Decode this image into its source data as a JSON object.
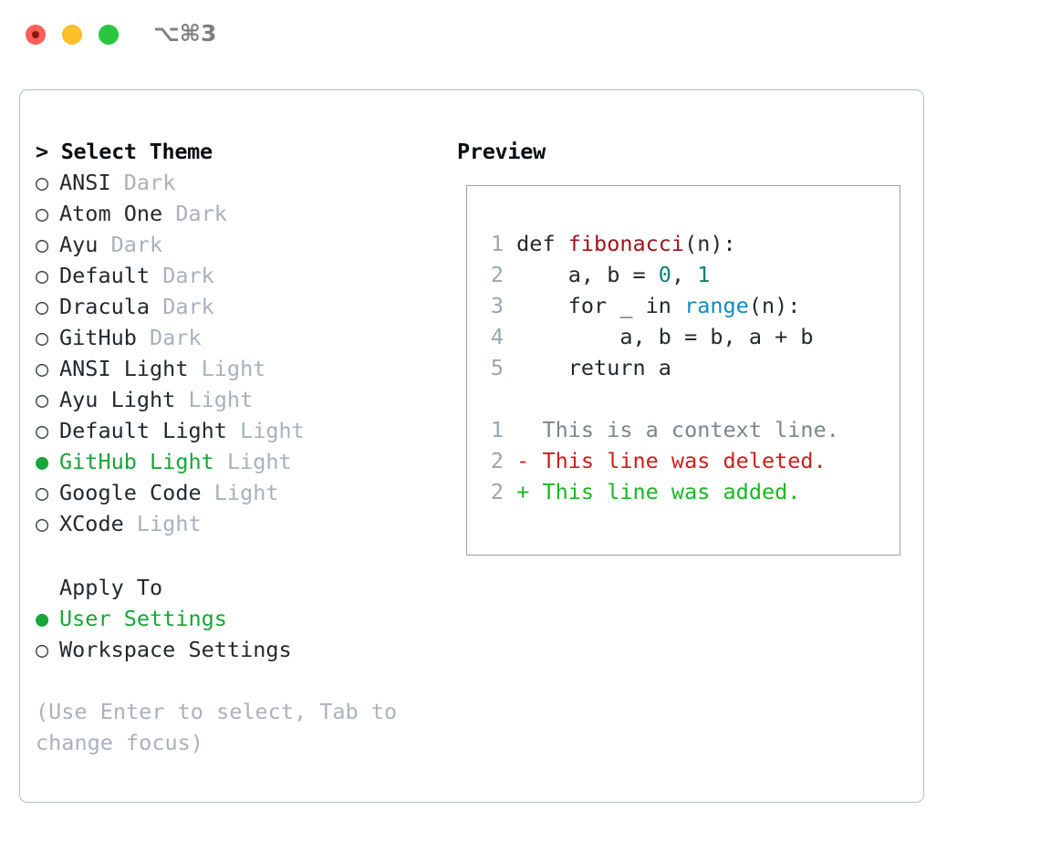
{
  "window": {
    "shortcut": "⌥⌘3",
    "traffic_lights": [
      "close",
      "minimize",
      "maximize"
    ]
  },
  "left": {
    "header": "> Select Theme",
    "themes": [
      {
        "bullet": "○",
        "name": "ANSI",
        "tag": "Dark",
        "selected": false
      },
      {
        "bullet": "○",
        "name": "Atom One",
        "tag": "Dark",
        "selected": false
      },
      {
        "bullet": "○",
        "name": "Ayu",
        "tag": "Dark",
        "selected": false
      },
      {
        "bullet": "○",
        "name": "Default",
        "tag": "Dark",
        "selected": false
      },
      {
        "bullet": "○",
        "name": "Dracula",
        "tag": "Dark",
        "selected": false
      },
      {
        "bullet": "○",
        "name": "GitHub",
        "tag": "Dark",
        "selected": false
      },
      {
        "bullet": "○",
        "name": "ANSI Light",
        "tag": "Light",
        "selected": false
      },
      {
        "bullet": "○",
        "name": "Ayu Light",
        "tag": "Light",
        "selected": false
      },
      {
        "bullet": "○",
        "name": "Default Light",
        "tag": "Light",
        "selected": false
      },
      {
        "bullet": "●",
        "name": "GitHub Light",
        "tag": "Light",
        "selected": true
      },
      {
        "bullet": "○",
        "name": "Google Code",
        "tag": "Light",
        "selected": false
      },
      {
        "bullet": "○",
        "name": "XCode",
        "tag": "Light",
        "selected": false
      }
    ],
    "apply_to_header": "Apply To",
    "apply_to": [
      {
        "bullet": "●",
        "name": "User Settings",
        "selected": true
      },
      {
        "bullet": "○",
        "name": "Workspace Settings",
        "selected": false
      }
    ],
    "hint": "(Use Enter to select, Tab to change focus)"
  },
  "right": {
    "preview_title": "Preview",
    "code_lines": [
      {
        "n": "1",
        "tokens": [
          {
            "t": "def ",
            "c": "kw"
          },
          {
            "t": "fibonacci",
            "c": "fn"
          },
          {
            "t": "(n):",
            "c": "pl"
          }
        ]
      },
      {
        "n": "2",
        "tokens": [
          {
            "t": "    a, b = ",
            "c": "kw"
          },
          {
            "t": "0",
            "c": "num"
          },
          {
            "t": ", ",
            "c": "pl"
          },
          {
            "t": "1",
            "c": "num"
          }
        ]
      },
      {
        "n": "3",
        "tokens": [
          {
            "t": "    for _ in ",
            "c": "kw"
          },
          {
            "t": "range",
            "c": "bi"
          },
          {
            "t": "(n):",
            "c": "pl"
          }
        ]
      },
      {
        "n": "4",
        "tokens": [
          {
            "t": "        a, b = b, a + b",
            "c": "kw"
          }
        ]
      },
      {
        "n": "5",
        "tokens": [
          {
            "t": "    return a",
            "c": "kw"
          }
        ]
      }
    ],
    "diff_lines": [
      {
        "n": "1",
        "marker": "  ",
        "text": "This is a context line.",
        "kind": "ctx"
      },
      {
        "n": "2",
        "marker": "- ",
        "text": "This line was deleted.",
        "kind": "del"
      },
      {
        "n": "2",
        "marker": "+ ",
        "text": "This line was added.",
        "kind": "add"
      }
    ]
  },
  "colors": {
    "accent_green": "#17a637",
    "muted": "#a9b1bb",
    "function": "#9c131a",
    "builtin": "#0a8cc4",
    "number": "#107d7d",
    "deleted": "#cc1f1a",
    "added": "#18b820",
    "border": "#b3bcc8",
    "preview_border": "#98a3b0"
  }
}
